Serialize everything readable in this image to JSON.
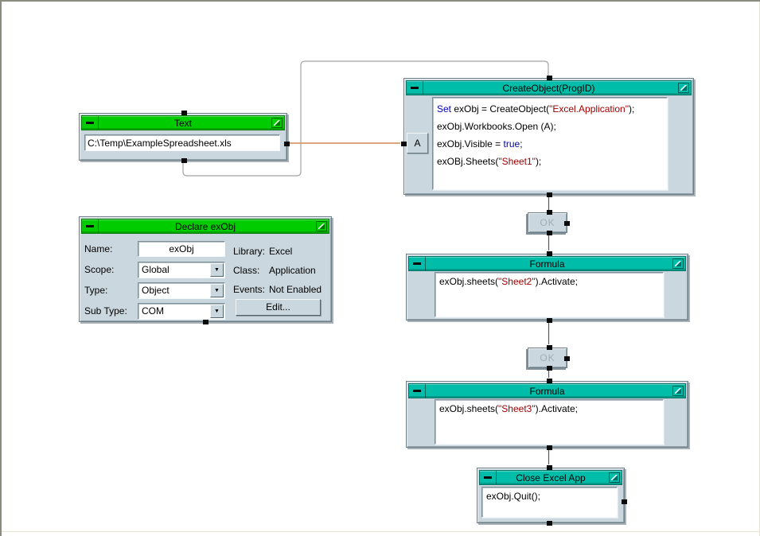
{
  "colors": {
    "green": "#00CC00",
    "teal": "#00BDA9",
    "blockbg": "#CBD7DE",
    "wireflow": "#A4A4A4",
    "wirechain": "#5A5A5A",
    "wiredata": "#D08A50",
    "keyword": "#0000C0",
    "string": "#A00000",
    "oktext": "#9EAFBA"
  },
  "text_block": {
    "title": "Text",
    "value": "C:\\Temp\\ExampleSpreadsheet.xls"
  },
  "create_object_block": {
    "title": "CreateObject(ProgID)",
    "port_label": "A",
    "code": [
      [
        [
          "Set",
          "k"
        ],
        [
          " exObj = CreateObject(",
          "p"
        ],
        [
          "\"Excel.Application\"",
          "s"
        ],
        [
          ");",
          "p"
        ]
      ],
      [
        [
          "exObj.Workbooks.Open (A);",
          "p"
        ]
      ],
      [
        [
          "exObj.Visible = ",
          "p"
        ],
        [
          "true",
          "k"
        ],
        [
          ";",
          "p"
        ]
      ],
      [
        [
          "exOBj.Sheets(",
          "p"
        ],
        [
          "\"Sheet1\"",
          "s"
        ],
        [
          ");",
          "p"
        ]
      ]
    ]
  },
  "declare_block": {
    "title": "Declare exObj",
    "name_label": "Name:",
    "name_value": "exObj",
    "scope_label": "Scope:",
    "scope_value": "Global",
    "type_label": "Type:",
    "type_value": "Object",
    "subtype_label": "Sub Type:",
    "subtype_value": "COM",
    "library_label": "Library:",
    "library_value": "Excel",
    "class_label": "Class:",
    "class_value": "Application",
    "events_label": "Events:",
    "events_value": "Not Enabled",
    "edit_button": "Edit...",
    "dropdown_arrow": "▼"
  },
  "ok_button_1": {
    "label": "OK"
  },
  "formula_block_1": {
    "title": "Formula",
    "code": [
      [
        [
          "exObj.sheets(",
          "p"
        ],
        [
          "\"Sheet2\"",
          "s"
        ],
        [
          ").Activate;",
          "p"
        ]
      ]
    ]
  },
  "ok_button_2": {
    "label": "OK"
  },
  "formula_block_2": {
    "title": "Formula",
    "code": [
      [
        [
          "exObj.sheets(",
          "p"
        ],
        [
          "\"Sheet3\"",
          "s"
        ],
        [
          ").Activate;",
          "p"
        ]
      ]
    ]
  },
  "close_block": {
    "title": "Close Excel App",
    "code": [
      [
        [
          "exObj.Quit();",
          "p"
        ]
      ]
    ]
  }
}
